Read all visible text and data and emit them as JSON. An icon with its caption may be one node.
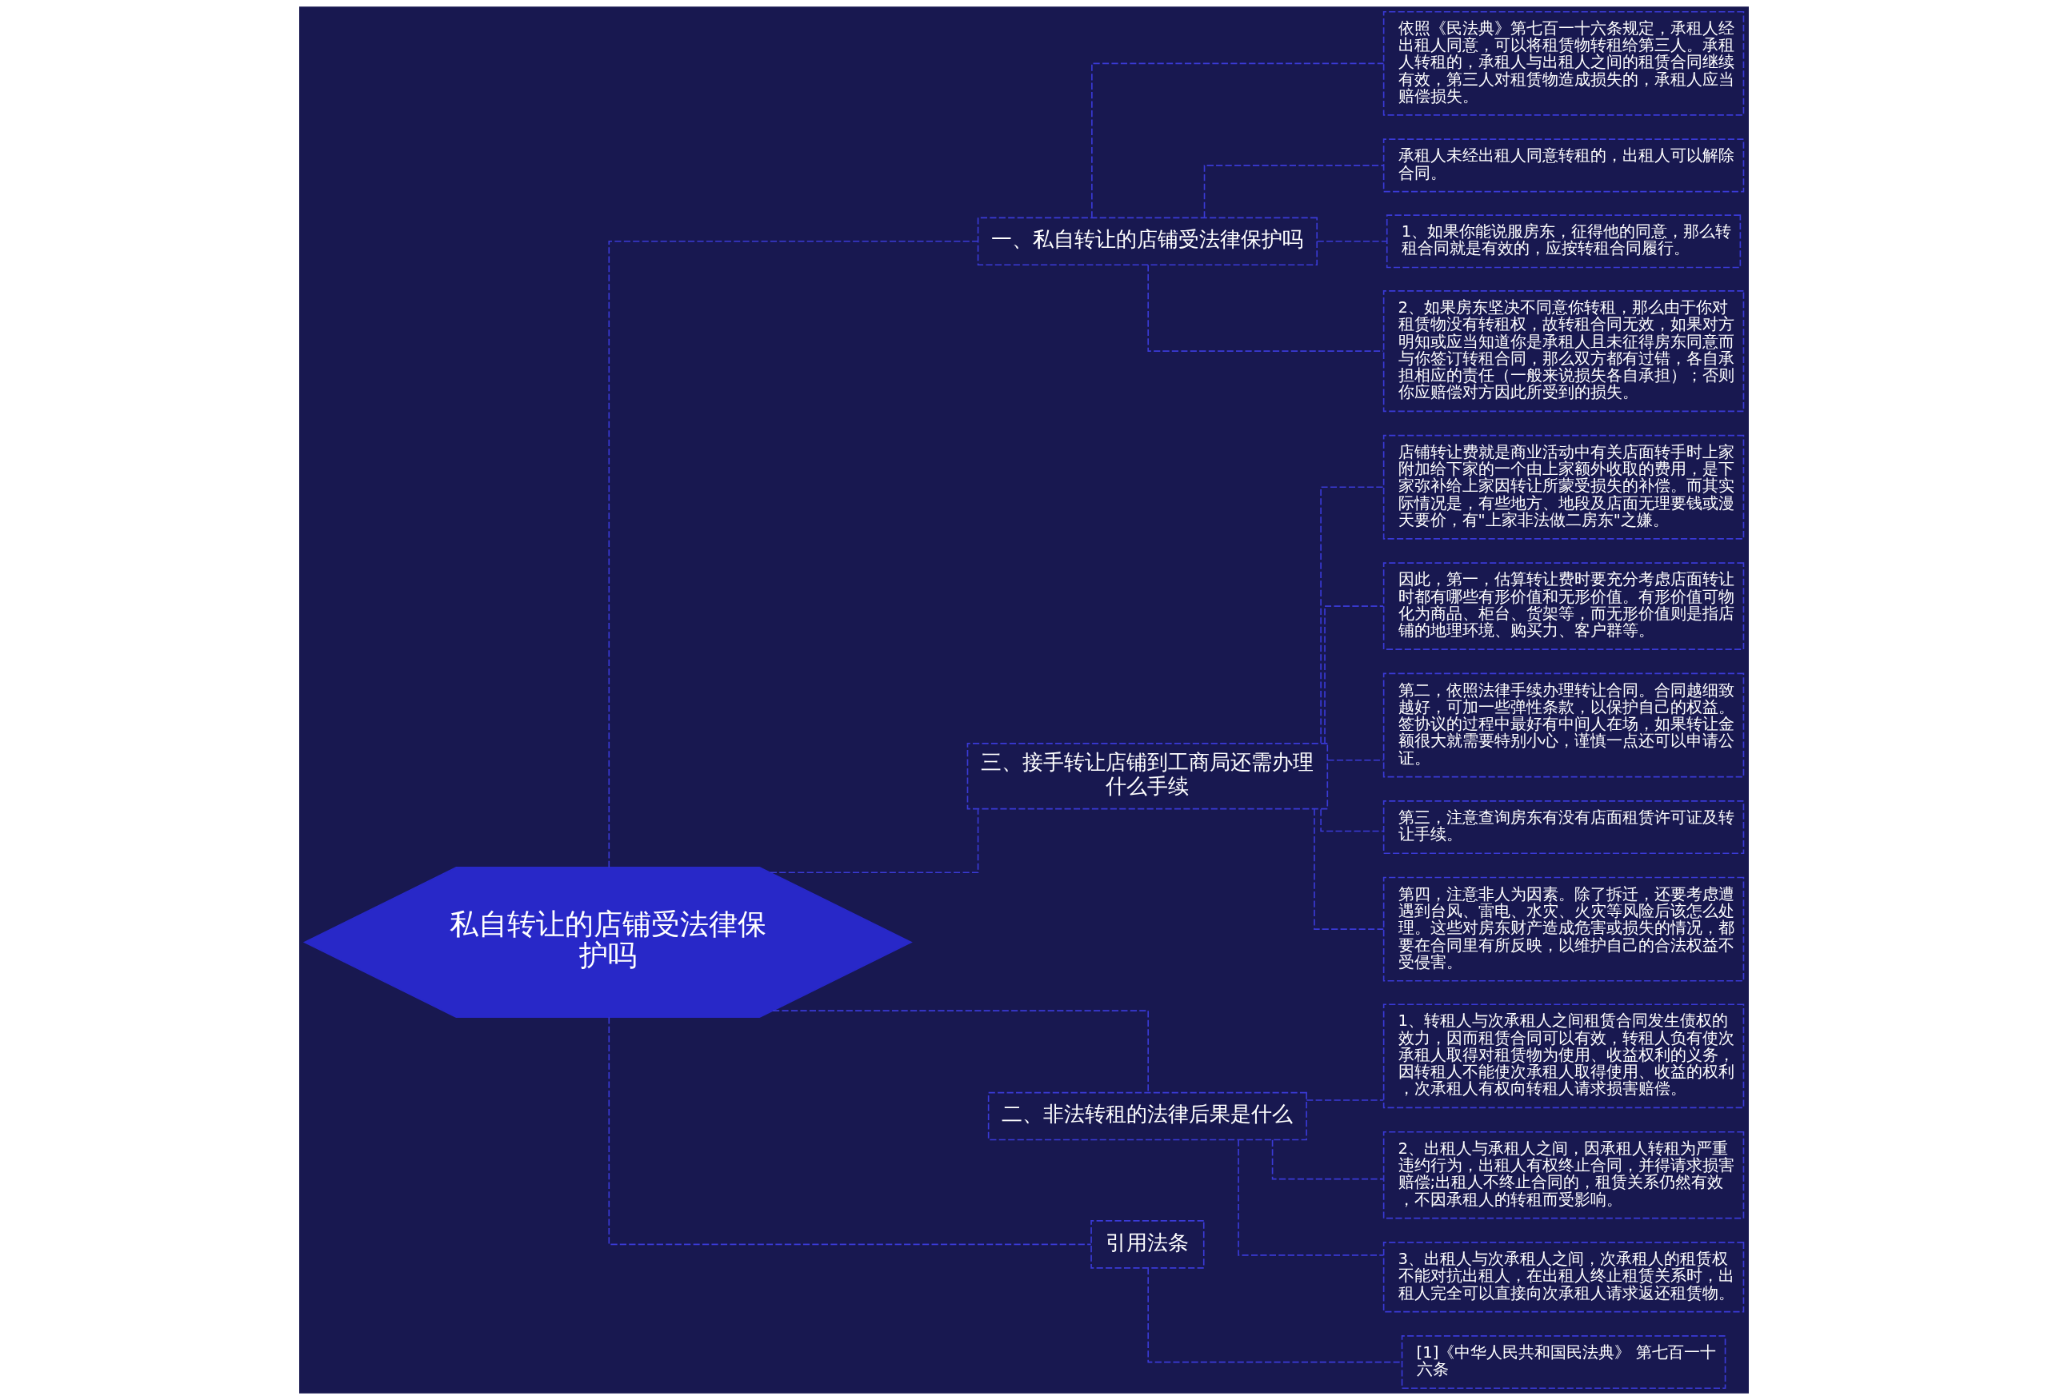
{
  "diagram": {
    "nodes": [
      {
        "text": [
          "私自转让的店铺受法律保护吗"
        ]
      },
      {
        "text": [
          "一、私自转让的店铺受法律保护吗"
        ]
      },
      {
        "text": [
          "依照《民法典》第七百一十六条规定，承租人经出租人同意，可以将租赁物转租给第三人。承租人转租的，承租人与出租人之间的租赁合同继续有效，第三人对租赁物造成损失的，承租人应当赔偿损失。"
        ]
      },
      {
        "text": [
          "承租人未经出租人同意转租的，出租人可以解除合同。"
        ]
      },
      {
        "text": [
          "1、如果你能说服房东，征得他的同意，那么转租合同就是有效的，应按转租合同履行。"
        ]
      },
      {
        "text": [
          "2、如果房东坚决不同意你转租，那么由于你对租赁物没有转租权，故转租合同无效，如果对方明知或应当知道你是承租人且未征得房东同意而与你签订转租合同，那么双方都有过错，各自承担相应的责任（一般来说损失各自承担）；否则你应赔偿对方因此所受到的损失。"
        ]
      },
      {
        "text": [
          "三、接手转让店铺到工商局还需办理什么手续"
        ]
      },
      {
        "text": [
          "店铺转让费就是商业活动中有关店面转手时上家附加给下家的一个由上家额外收取的费用，是下家弥补给上家因转让所蒙受损失的补偿。而其实际情况是，有些地方、地段及店面无理要钱或漫天要价，有\"上家非法做二房东\"之嫌。"
        ]
      },
      {
        "text": [
          "因此，第一，估算转让费时要充分考虑店面转让时都有哪些有形价值和无形价值。有形价值可物化为商品、柜台、货架等，而无形价值则是指店铺的地理环境、购买力、客户群等。"
        ]
      },
      {
        "text": [
          "第二，依照法律手续办理转让合同。合同越细致越好，可加一些弹性条款，以保护自己的权益。签协议的过程中最好有中间人在场，如果转让金额很大就需要特别小心，谨慎一点还可以申请公证。"
        ]
      },
      {
        "text": [
          "第三，注意查询房东有没有店面租赁许可证及转让手续。"
        ]
      },
      {
        "text": [
          "第四，注意非人为因素。除了拆迁，还要考虑遭遇到台风、雷电、水灾、火灾等风险后该怎么处理。这些对房东财产造成危害或损失的情况，都要在合同里有所反映，以维护自己的合法权益不受侵害。"
        ]
      },
      {
        "text": [
          "二、非法转租的法律后果是什么"
        ]
      },
      {
        "text": [
          "1、转租人与次承租人之间租赁合同发生债权的效力，因而租赁合同可以有效，转租人负有使次承租人取得对租赁物为使用、收益权利的义务，因转租人不能使次承租人取得使用、收益的权利，次承租人有权向转租人请求损害赔偿。"
        ]
      },
      {
        "text": [
          "2、出租人与承租人之间，因承租人转租为严重违约行为，出租人有权终止合同，并得请求损害赔偿;出租人不终止合同的，租赁关系仍然有效，不因承租人的转租而受影响。"
        ]
      },
      {
        "text": [
          "3、出租人与次承租人之间，次承租人的租赁权不能对抗出租人，在出租人终止租赁关系时，出租人完全可以直接向次承租人请求返还租赁物。"
        ]
      },
      {
        "text": [
          "引用法条"
        ]
      },
      {
        "text": [
          "[1]《中华人民共和国民法典》 第七百一十六条"
        ]
      }
    ],
    "edges": [
      {
        "from": 0,
        "to": 1,
        "arrow": "none"
      },
      {
        "from": 1,
        "to": 2,
        "arrow": "none"
      },
      {
        "from": 1,
        "to": 3,
        "arrow": "none"
      },
      {
        "from": 1,
        "to": 4,
        "arrow": "none"
      },
      {
        "from": 1,
        "to": 5,
        "arrow": "none"
      },
      {
        "from": 0,
        "to": 6,
        "arrow": "none"
      },
      {
        "from": 6,
        "to": 7,
        "arrow": "none"
      },
      {
        "from": 6,
        "to": 8,
        "arrow": "none"
      },
      {
        "from": 6,
        "to": 9,
        "arrow": "none"
      },
      {
        "from": 6,
        "to": 10,
        "arrow": "none"
      },
      {
        "from": 6,
        "to": 11,
        "arrow": "none"
      },
      {
        "from": 0,
        "to": 12,
        "arrow": "none"
      },
      {
        "from": 12,
        "to": 13,
        "arrow": "none"
      },
      {
        "from": 12,
        "to": 14,
        "arrow": "none"
      },
      {
        "from": 12,
        "to": 15,
        "arrow": "none"
      },
      {
        "from": 0,
        "to": 16,
        "arrow": "none"
      },
      {
        "from": 16,
        "to": 17,
        "arrow": "none"
      }
    ]
  }
}
